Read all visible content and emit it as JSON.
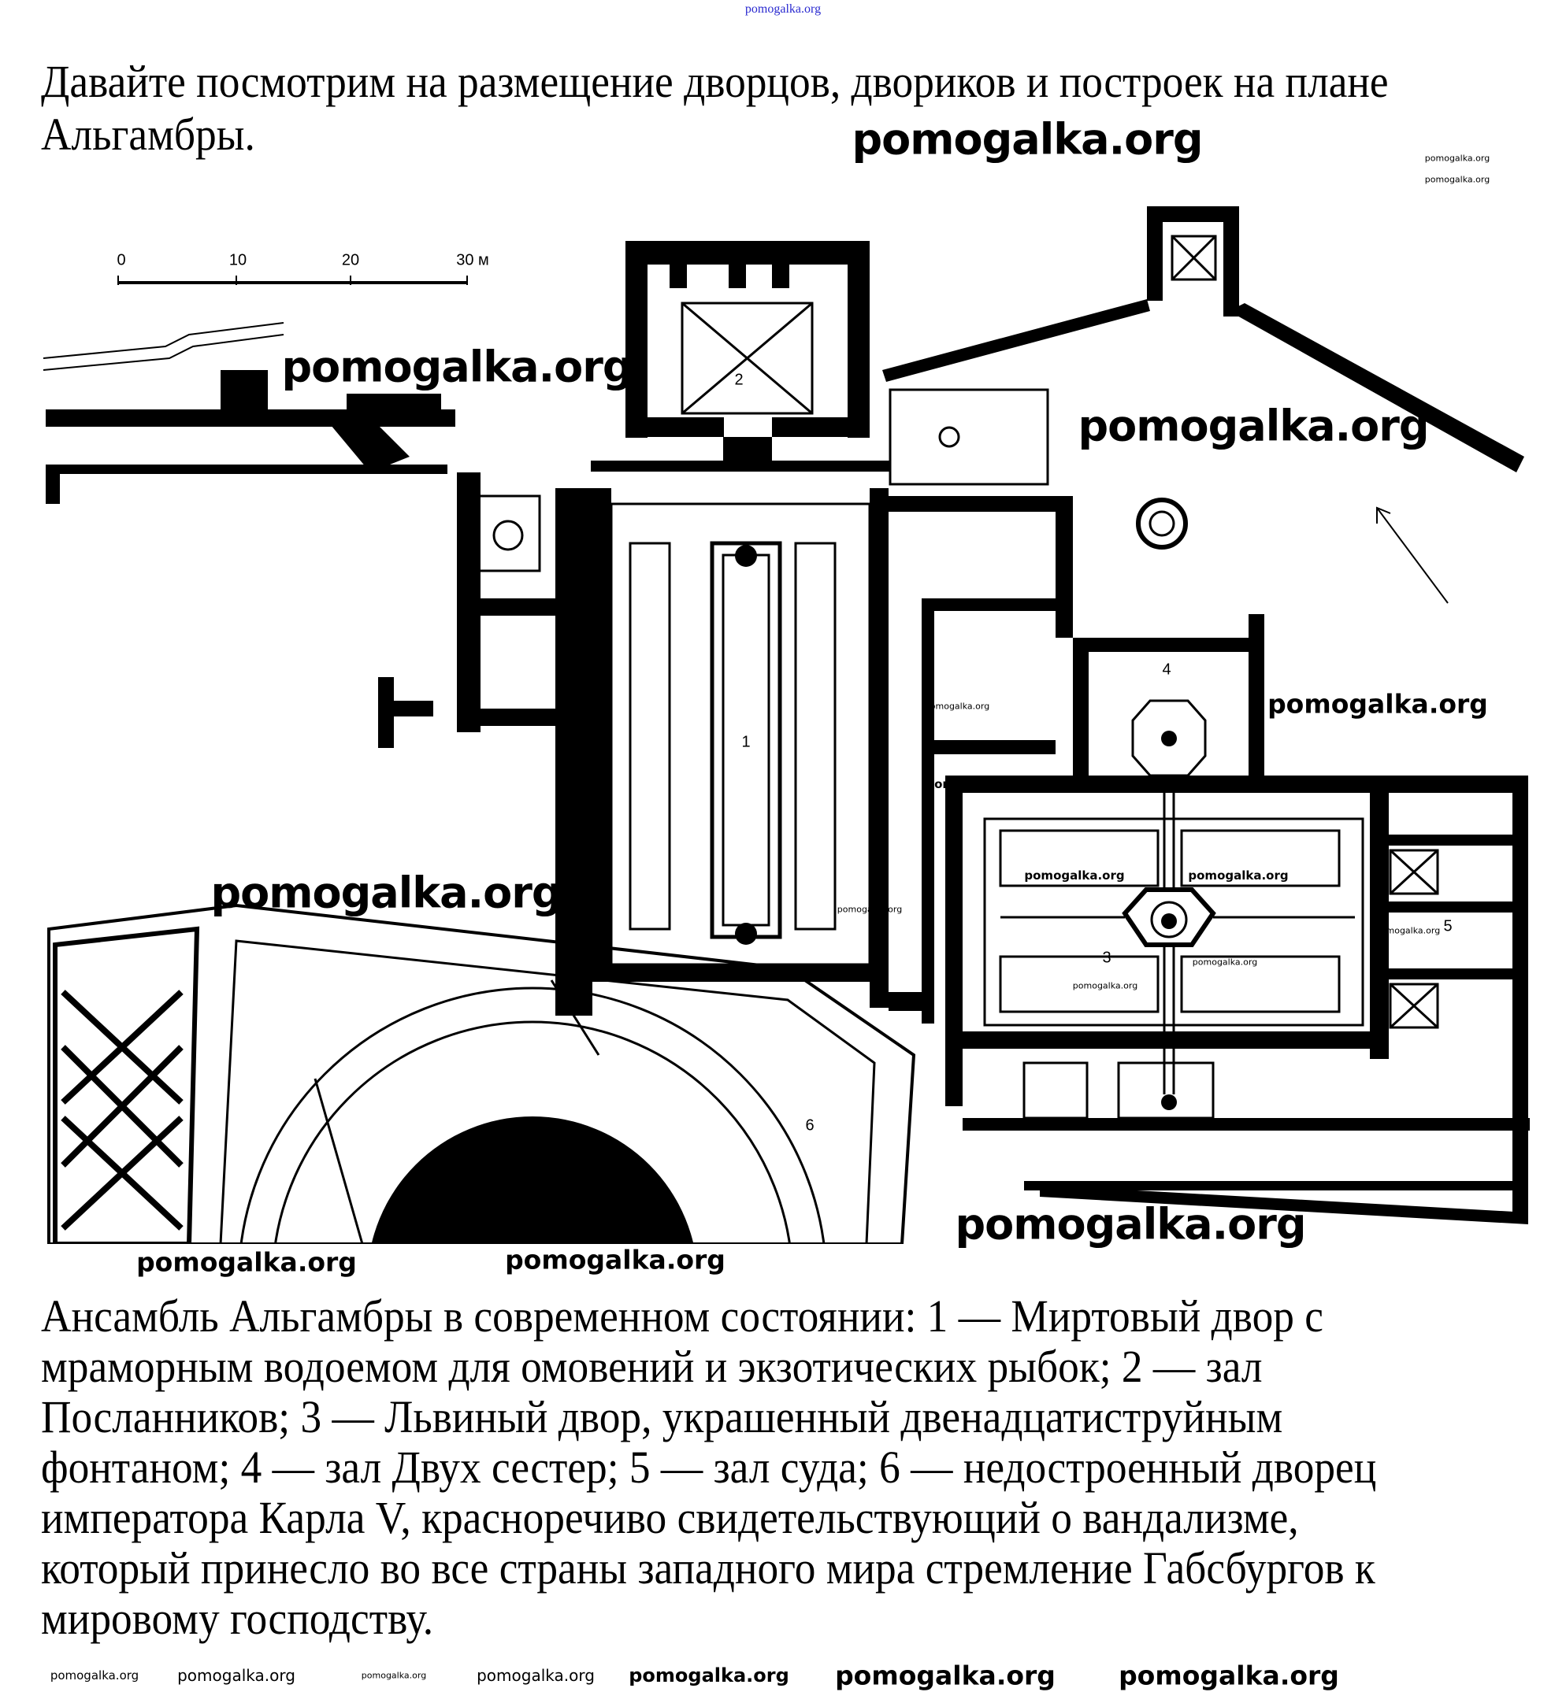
{
  "intro": {
    "lines": [
      "Давайте посмотрим на размещение дворцов, двориков и построек на плане",
      "Альгамбры."
    ]
  },
  "plan": {
    "scale_labels": [
      "0",
      "10",
      "20",
      "30 м"
    ],
    "numbers": [
      "1",
      "2",
      "3",
      "4",
      "5",
      "6"
    ]
  },
  "caption": {
    "lines": [
      "Ансамбль Альгамбры в современном состоянии: 1 — Миртовый двор с",
      "мраморным водоемом для омовений и экзотических рыбок; 2 — зал",
      "Посланников; 3 — Львиный двор, украшенный двенадцатиструйным",
      "фонтаном; 4 — зал Двух сестер; 5 — зал суда; 6 — недостроенный дворец",
      "императора Карла V, красноречиво свидетельствующий о вандализме,",
      "который принесло во все страны западного мира стремление Габсбургов к",
      "мировому господству."
    ]
  },
  "watermark": "pomogalka.org"
}
